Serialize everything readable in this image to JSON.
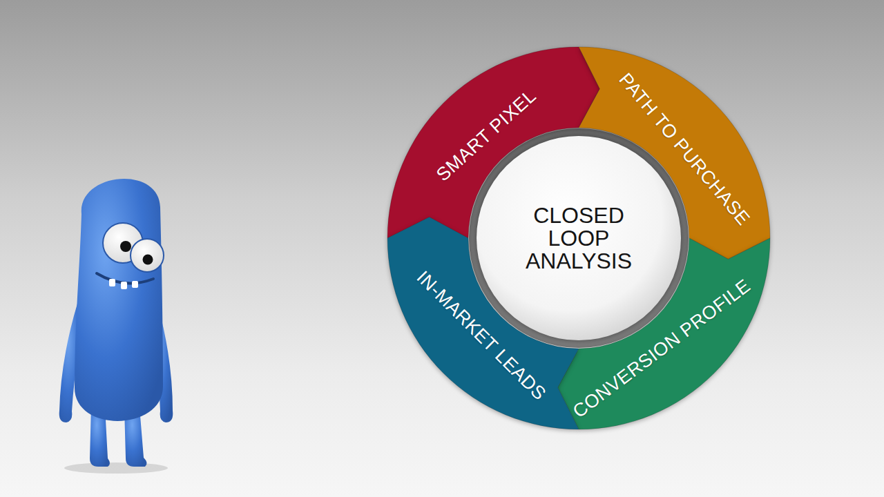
{
  "diagram": {
    "nodes": [
      {
        "text": [
          "SMART PIXEL"
        ]
      },
      {
        "text": [
          "PATH TO PURCHASE"
        ]
      },
      {
        "text": [
          "CONVERSION PROFILE"
        ]
      },
      {
        "text": [
          "IN-MARKET LEADS"
        ]
      },
      {
        "text": [
          "CLOSED LOOP ANALYSIS"
        ]
      }
    ]
  }
}
